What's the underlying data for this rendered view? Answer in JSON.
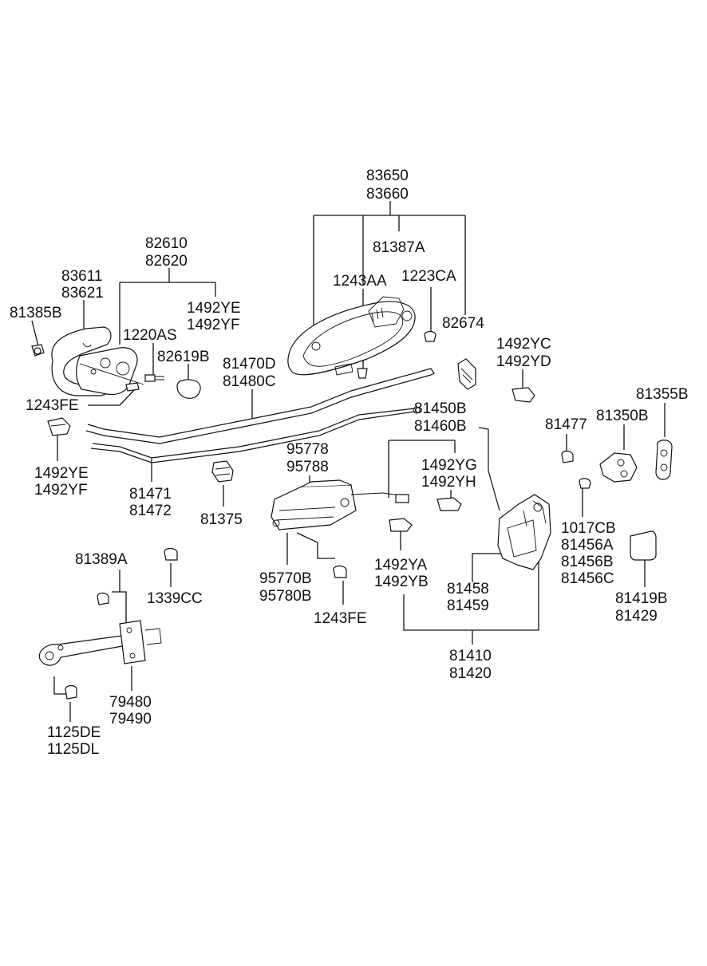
{
  "labels": {
    "l83650": "83650",
    "l83660": "83660",
    "l81387A": "81387A",
    "l82610": "82610",
    "l82620": "82620",
    "l83611": "83611",
    "l83621": "83621",
    "l1243AA": "1243AA",
    "l1223CA": "1223CA",
    "l81385B": "81385B",
    "l1492YE_a": "1492YE",
    "l1492YF_a": "1492YF",
    "l82674": "82674",
    "l1220AS": "1220AS",
    "l82619B": "82619B",
    "l81470D": "81470D",
    "l81480C": "81480C",
    "l1492YC": "1492YC",
    "l1492YD": "1492YD",
    "l1243FE_a": "1243FE",
    "l81355B": "81355B",
    "l81450B": "81450B",
    "l81460B": "81460B",
    "l81350B": "81350B",
    "l81477": "81477",
    "l1492YE_b": "1492YE",
    "l1492YF_b": "1492YF",
    "l95778": "95778",
    "l95788": "95788",
    "l1492YG": "1492YG",
    "l1492YH": "1492YH",
    "l81471": "81471",
    "l81472": "81472",
    "l81375": "81375",
    "l1017CB": "1017CB",
    "l81456A": "81456A",
    "l81456B": "81456B",
    "l81456C": "81456C",
    "l81389A": "81389A",
    "l1339CC": "1339CC",
    "l1492YA": "1492YA",
    "l1492YB": "1492YB",
    "l95770B": "95770B",
    "l95780B": "95780B",
    "l81458": "81458",
    "l81459": "81459",
    "l81419B": "81419B",
    "l81429": "81429",
    "l1243FE_b": "1243FE",
    "l81410": "81410",
    "l81420": "81420",
    "l79480": "79480",
    "l79490": "79490",
    "l1125DE": "1125DE",
    "l1125DL": "1125DL"
  }
}
